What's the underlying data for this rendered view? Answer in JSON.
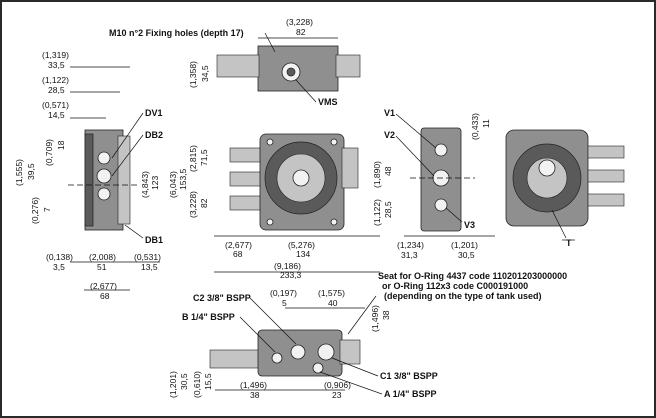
{
  "views": {
    "left_side": {
      "dims": {
        "w1": {
          "inch": "(1,319)",
          "mm": "33,5"
        },
        "w2": {
          "inch": "(1,122)",
          "mm": "28,5"
        },
        "w3": {
          "inch": "(0,571)",
          "mm": "14,5"
        },
        "h1": {
          "inch": "(0,709)",
          "mm": "18"
        },
        "h2": {
          "inch": "(1,555)",
          "mm": "39,5"
        },
        "h3": {
          "inch": "(0,276)",
          "mm": "7"
        },
        "h4": {
          "inch": "(4,843)",
          "mm": "123"
        },
        "b1": {
          "inch": "(0,138)",
          "mm": "3,5"
        },
        "b2": {
          "inch": "(2,008)",
          "mm": "51"
        },
        "b3": {
          "inch": "(0,531)",
          "mm": "13,5"
        },
        "b4": {
          "inch": "(2,677)",
          "mm": "68"
        }
      },
      "labels": {
        "dv1": "DV1",
        "db2": "DB2",
        "db1": "DB1"
      }
    },
    "top": {
      "note": "M10 n°2 Fixing holes (depth 17)",
      "dims": {
        "w": {
          "inch": "(3,228)",
          "mm": "82"
        },
        "h": {
          "inch": "(1,358)",
          "mm": "34,5"
        }
      },
      "labels": {
        "vms": "VMS"
      }
    },
    "front": {
      "dims": {
        "h1": {
          "inch": "(2,815)",
          "mm": "71,5"
        },
        "h2": {
          "inch": "(6,043)",
          "mm": "153,5"
        },
        "h3": {
          "inch": "(3,228)",
          "mm": "82"
        },
        "w1": {
          "inch": "(2,677)",
          "mm": "68"
        },
        "w2": {
          "inch": "(5,276)",
          "mm": "134"
        },
        "w3": {
          "inch": "(9,186)",
          "mm": "233,3"
        }
      }
    },
    "right_side": {
      "dims": {
        "h1": {
          "inch": "(1,890)",
          "mm": "48"
        },
        "h2": {
          "inch": "(1,122)",
          "mm": "28,5"
        },
        "h3": {
          "inch": "(0,433)",
          "mm": "11"
        },
        "w1": {
          "inch": "(1,234)",
          "mm": "31,3"
        },
        "w2": {
          "inch": "(1,201)",
          "mm": "30,5"
        }
      },
      "labels": {
        "v1": "V1",
        "v2": "V2",
        "v3": "V3",
        "t": "T"
      }
    },
    "bottom": {
      "note_lines": [
        "Seat for O-Ring 4437 code 110201203000000",
        "or O-Ring 112x3 code C000191000",
        "(depending on the type of tank used)"
      ],
      "ports": {
        "c2": "C2 3/8\" BSPP",
        "b": "B 1/4\" BSPP",
        "c1": "C1 3/8\" BSPP",
        "a": "A 1/4\" BSPP"
      },
      "dims": {
        "w1": {
          "inch": "(0,197)",
          "mm": "5"
        },
        "w2": {
          "inch": "(1,575)",
          "mm": "40"
        },
        "h1": {
          "inch": "(1,496)",
          "mm": "38"
        },
        "h2": {
          "inch": "(1,201)",
          "mm": "30,5"
        },
        "h3": {
          "inch": "(0,610)",
          "mm": "15,5"
        },
        "b1": {
          "inch": "(1,496)",
          "mm": "38"
        },
        "b2": {
          "inch": "(0,906)",
          "mm": "23"
        }
      }
    }
  }
}
